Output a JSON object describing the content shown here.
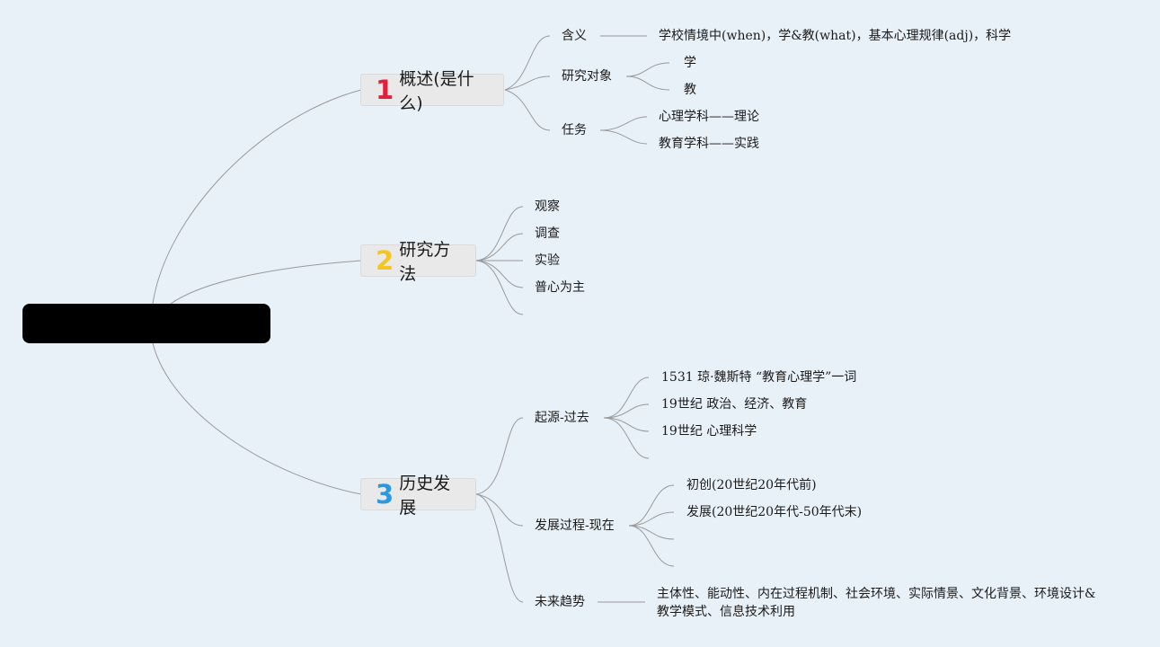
{
  "root": {
    "label": ""
  },
  "topics": [
    {
      "number": "1",
      "label": "概述(是什么)"
    },
    {
      "number": "2",
      "label": "研究方法"
    },
    {
      "number": "3",
      "label": "历史发展"
    }
  ],
  "t1": {
    "meaning": {
      "label": "含义",
      "detail": "学校情境中(when)，学&教(what)，基本心理规律(adj)，科学"
    },
    "objects": {
      "label": "研究对象",
      "items": [
        "学",
        "教"
      ]
    },
    "tasks": {
      "label": "任务",
      "items": [
        "心理学科——理论",
        "教育学科——实践"
      ]
    }
  },
  "t2": {
    "items": [
      "观察",
      "调查",
      "实验",
      "普心为主"
    ]
  },
  "t3": {
    "origin": {
      "label": "起源-过去",
      "items": [
        "1531 琼·魏斯特 “教育心理学”一词",
        "19世纪 政治、经济、教育",
        "19世纪 心理科学"
      ]
    },
    "process": {
      "label": "发展过程-现在",
      "items": [
        "初创(20世纪20年代前)",
        "发展(20世纪20年代-50年代末)"
      ]
    },
    "future": {
      "label": "未来趋势",
      "detail": "主体性、能动性、内在过程机制、社会环境、实际情景、文化背景、环境设计&教学模式、信息技术利用"
    }
  }
}
